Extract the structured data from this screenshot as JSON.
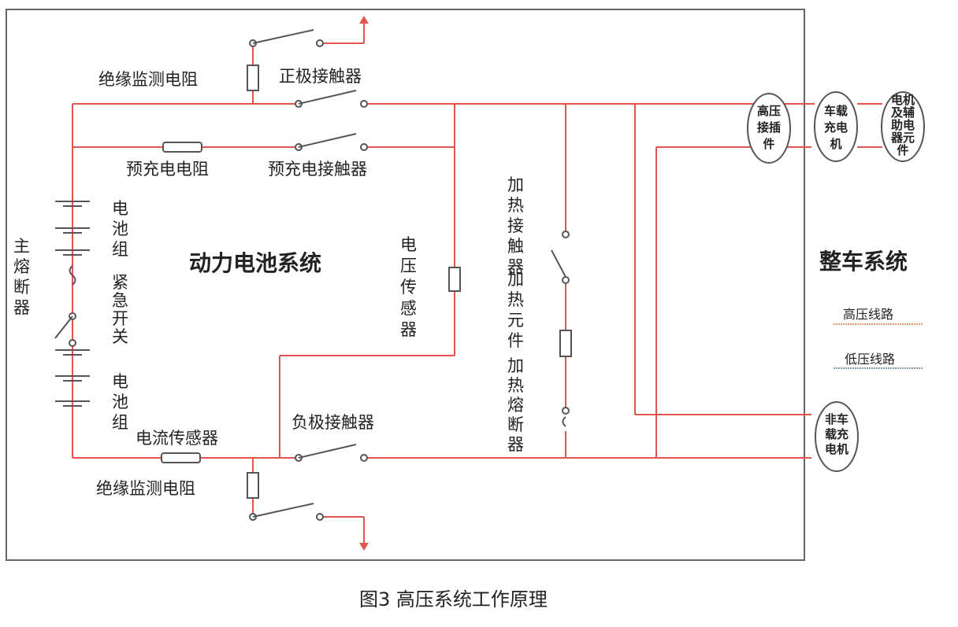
{
  "labels": {
    "insulation_resistor_top": "绝缘监测电阻",
    "positive_contactor": "正极接触器",
    "precharge_resistor": "预充电电阻",
    "precharge_contactor": "预充电接触器",
    "battery_pack_top": "电池组",
    "main_fuse": "主熔断器",
    "emergency_switch": "紧急开关",
    "battery_pack_bottom": "电池组",
    "power_battery_system": "动力电池系统",
    "voltage_sensor": "电压传感器",
    "heating_contactor": "加热接触器",
    "heating_element": "加热元件",
    "heating_fuse": "加热熔断器",
    "current_sensor": "电流传感器",
    "negative_contactor": "负极接触器",
    "insulation_resistor_bottom": "绝缘监测电阻",
    "hv_connector": "高压接插件",
    "onboard_charger": "车载充电机",
    "motor_aux": "电机及辅助电器元件",
    "vehicle_system": "整车系统",
    "hv_line": "高压线路",
    "lv_line": "低压线路",
    "offboard_charger": "非车载充电机"
  },
  "caption": "图3 高压系统工作原理",
  "colors": {
    "hv": "#e0564e",
    "lv": "#555555",
    "frame": "#666666",
    "hv_legend": "#e8a070",
    "lv_legend": "#8899aa"
  }
}
